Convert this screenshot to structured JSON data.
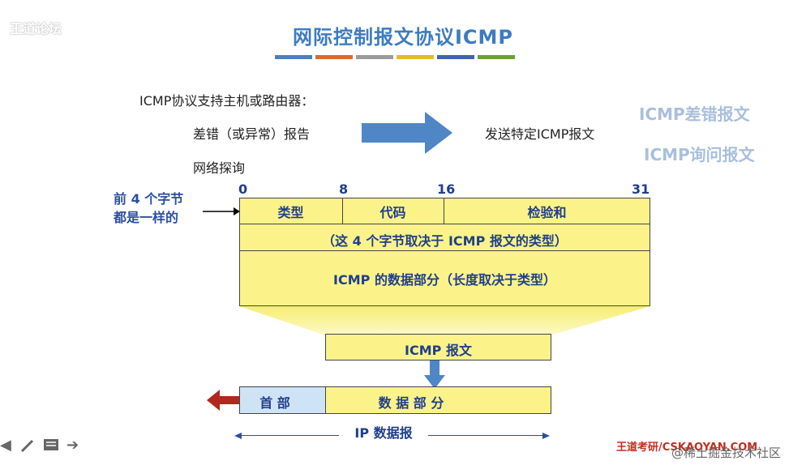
{
  "watermark": {
    "logo": "王道论坛"
  },
  "title": "网际控制报文协议ICMP",
  "title_bar_colors": [
    "#4a80c0",
    "#d96a30",
    "#9a9a9a",
    "#e8b82a",
    "#3f62b0",
    "#6aa038"
  ],
  "intro": {
    "line1": "ICMP协议支持主机或路由器：",
    "item1": "差错（或异常）报告",
    "item2": "网络探询",
    "arrow_target": "发送特定ICMP报文"
  },
  "types": {
    "error": "ICMP差错报文",
    "query": "ICMP询问报文"
  },
  "header_note": {
    "line1": "前 4 个字节",
    "line2": "都是一样的"
  },
  "bits": {
    "b0": "0",
    "b8": "8",
    "b16": "16",
    "b31": "31"
  },
  "fields": {
    "type": "类型",
    "code": "代码",
    "checksum": "检验和",
    "row2": "（这 4 个字节取决于 ICMP 报文的类型）",
    "data": "ICMP 的数据部分（长度取决于类型）"
  },
  "icmp_message": "ICMP 报文",
  "ip": {
    "header": "首 部",
    "data": "数 据 部 分",
    "label": "IP 数据报"
  },
  "footer": {
    "site": "王道考研/CSKAOYAN.COM",
    "community": "@稀土掘金技术社区"
  },
  "colors": {
    "yellow": "#fbf38a",
    "ip_header": "#cfe3f7",
    "arrow_blue": "#4f86c6",
    "arrow_red": "#b0281e"
  }
}
